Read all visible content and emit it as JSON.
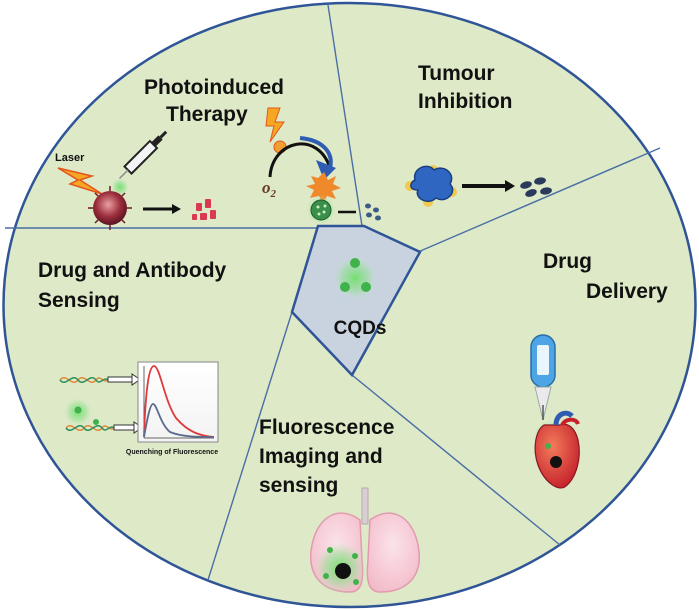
{
  "center": {
    "label": "CQDs"
  },
  "segments": {
    "photoinduced": {
      "line1": "Photoinduced",
      "line2": "Therapy",
      "laser": "Laser",
      "oxygen": "o",
      "oxygen_sub": "2"
    },
    "tumour": {
      "line1": "Tumour",
      "line2": "Inhibition"
    },
    "drug_delivery": {
      "line1": "Drug",
      "line2": "Delivery"
    },
    "fluorescence": {
      "line1": "Fluorescence",
      "line2": "Imaging and",
      "line3": "sensing"
    },
    "sensing": {
      "line1": "Drug and Antibody",
      "line2": "Sensing",
      "chart_caption": "Quenching of Fluorescence"
    }
  },
  "colors": {
    "segment_fill": "#dde9c7",
    "border": "#2f5597",
    "pentagon_fill": "#c9d3e0",
    "cqd_green": "#3fb24a",
    "glow_green": "#7bd67a",
    "red_curve": "#e03a3a",
    "blue_curve": "#5b6b8c"
  }
}
